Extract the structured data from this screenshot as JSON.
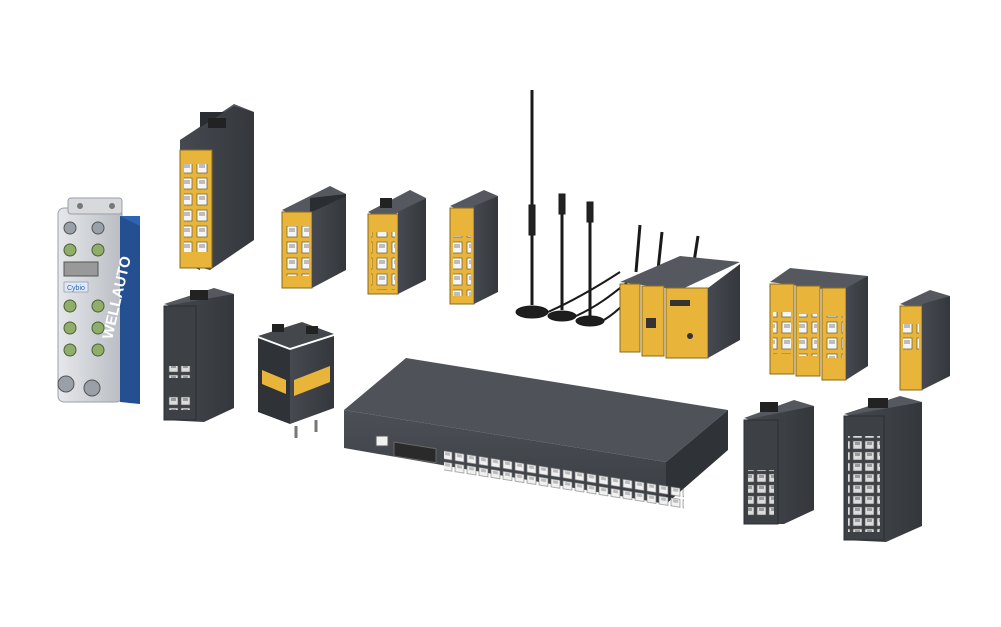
{
  "scene": {
    "description": "",
    "brand_text": "WELLAUTO",
    "sticker_text": "Cybio",
    "colors": {
      "background": "#ffffff",
      "device_dark": "#3d4146",
      "device_side": "#2a2d31",
      "device_top": "#55595f",
      "yellow_panel": "#e8b43a",
      "blue_stripe": "#2c64b6",
      "aluminum": "#c9ccd1",
      "port_green": "#8fae6a",
      "port_light": "#f1f1f1"
    },
    "devices": [
      {
        "name": "m12-io-module",
        "icon": "m12-module-icon"
      },
      {
        "name": "tall-yellow-switch",
        "icon": "switch-icon"
      },
      {
        "name": "compact-yellow-switch-6",
        "icon": "switch-icon"
      },
      {
        "name": "compact-yellow-switch-8",
        "icon": "switch-icon"
      },
      {
        "name": "slim-yellow-switch",
        "icon": "switch-icon"
      },
      {
        "name": "magnetic-antennas",
        "icon": "antenna-icon"
      },
      {
        "name": "din-modules-with-antennas",
        "icon": "router-icon"
      },
      {
        "name": "triple-yellow-modules",
        "icon": "switch-icon"
      },
      {
        "name": "small-yellow-switch-right",
        "icon": "switch-icon"
      },
      {
        "name": "dark-din-switch-left",
        "icon": "switch-icon"
      },
      {
        "name": "wall-mount-yellow-device",
        "icon": "poe-icon"
      },
      {
        "name": "rack-switch-24-port",
        "icon": "rack-switch-icon"
      },
      {
        "name": "dark-din-switch-right-small",
        "icon": "switch-icon"
      },
      {
        "name": "dark-din-switch-right-large",
        "icon": "switch-icon"
      }
    ]
  }
}
